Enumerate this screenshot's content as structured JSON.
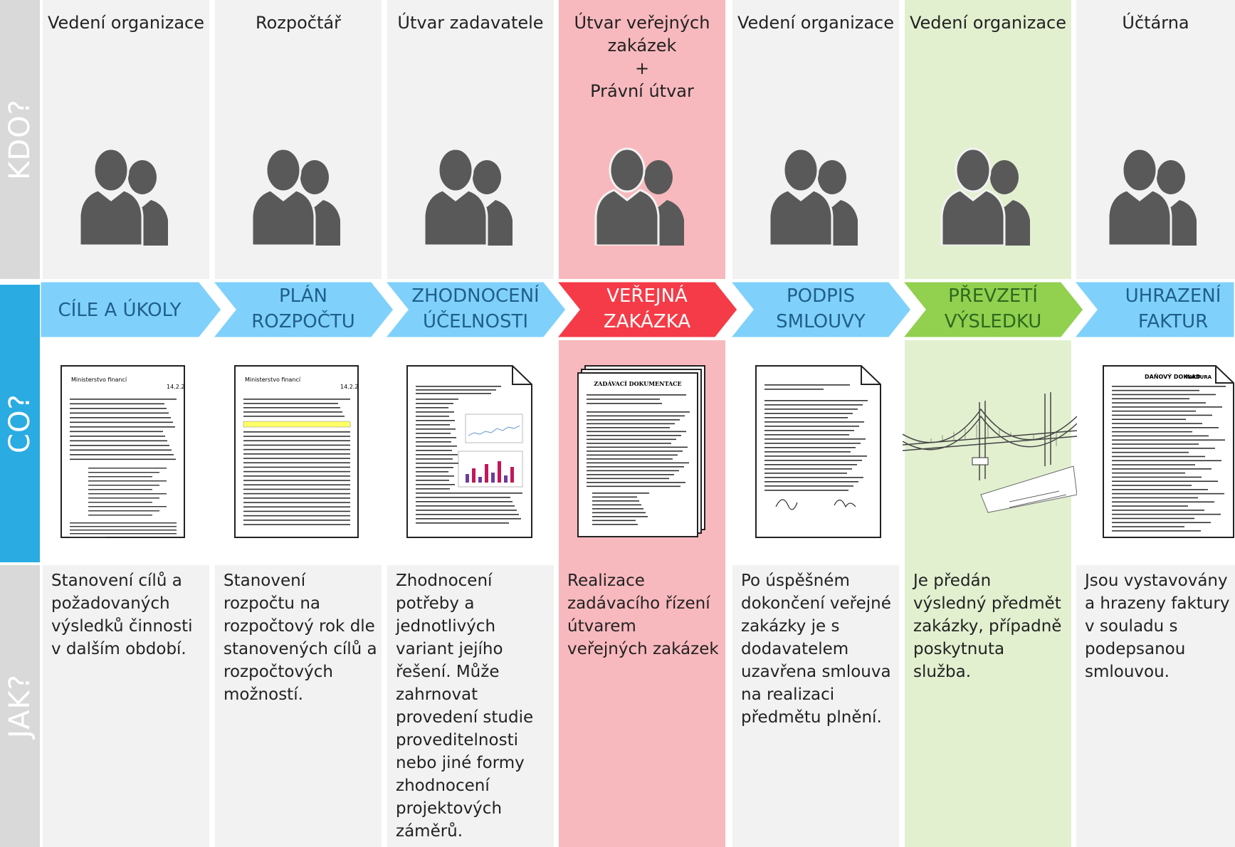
{
  "axis": {
    "who": "KDO?",
    "what": "CO?",
    "how": "JAK?"
  },
  "colors": {
    "blue": "#7fd1fb",
    "red": "#f53b47",
    "green": "#92d050",
    "red_band": "#f8b9be",
    "green_band": "#e2f0d0"
  },
  "columns": [
    {
      "who": "Vedení organizace",
      "what": [
        "CÍLE A ÚKOLY"
      ],
      "how": "Stanovení cílů a požadovaných výsledků činnosti v dalším období.",
      "icon": "people-icon",
      "doc": "document-icon"
    },
    {
      "who": "Rozpočtář",
      "what": [
        "PLÁN",
        "ROZPOČTU"
      ],
      "how": "Stanovení rozpočtu na rozpočtový rok dle stanovených cílů a rozpočtových možností.",
      "icon": "people-icon",
      "doc": "budget-table-document-icon"
    },
    {
      "who": "Útvar zadavatele",
      "what": [
        "ZHODNOCENÍ",
        "ÚČELNOSTI"
      ],
      "how": "Zhodnocení potřeby a jednotlivých variant jejího řešení. Může zahrnovat provedení studie proveditelnosti nebo jiné formy zhodnocení projektových záměrů.",
      "icon": "people-icon",
      "doc": "study-document-icon"
    },
    {
      "who": "Útvar veřejných zakázek + Právní útvar",
      "who_lines": [
        "Útvar veřejných",
        "zakázek",
        "+",
        "Právní útvar"
      ],
      "what": [
        "VEŘEJNÁ",
        "ZAKÁZKA"
      ],
      "how": "Realizace zadávacího řízení útvarem veřejných zakázek",
      "icon": "people-icon",
      "doc": "tender-documentation-icon"
    },
    {
      "who": "Vedení organizace",
      "what": [
        "PODPIS",
        "SMLOUVY"
      ],
      "how": "Po úspěšném dokončení veřejné zakázky je s dodavatelem uzavřena smlouva na realizaci předmětu plnění.",
      "icon": "people-icon",
      "doc": "signed-contract-icon"
    },
    {
      "who": "Vedení organizace",
      "what": [
        "PŘEVZETÍ",
        "VÝSLEDKU"
      ],
      "how": "Je předán výsledný předmět zakázky, případně poskytnuta služba.",
      "icon": "people-icon",
      "doc": "bridge-icon"
    },
    {
      "who": "Účtárna",
      "what": [
        "UHRAZENÍ",
        "FAKTUR"
      ],
      "how": "Jsou vystavovány a hrazeny faktury v souladu s podepsanou smlouvou.",
      "icon": "people-icon",
      "doc": "invoice-document-icon"
    }
  ],
  "docs": {
    "lorem_title": "Ministerstvo financí",
    "lorem_date": "14.2.2",
    "tender_title": "ZADÁVACÍ DOKUMENTACE",
    "invoice_title": "DAŇOVÝ DOKLAD",
    "invoice_label": "FAKTURA"
  }
}
